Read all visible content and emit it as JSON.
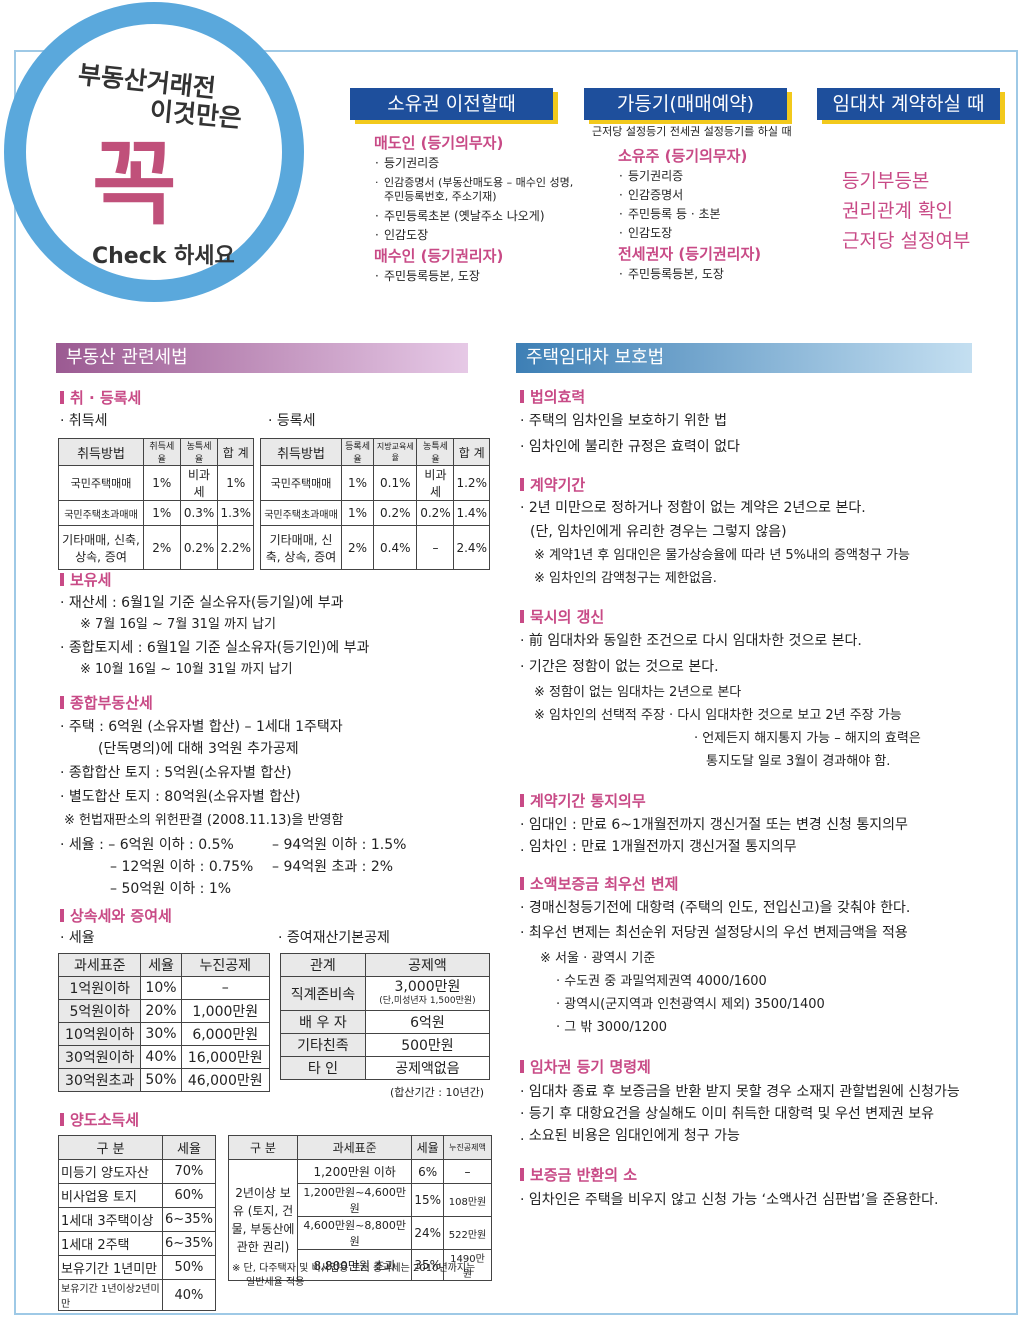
{
  "header": {
    "circle": {
      "line1": "부동산거래전",
      "line2": "이것만은",
      "big": "꼭",
      "check": "Check 하세요"
    },
    "tabs": [
      "소유권 이전할때",
      "가등기(매매예약)",
      "임대차 계약하실 때"
    ],
    "col1": {
      "h1": "매도인 (등기의무자)",
      "items1": [
        "등기권리증",
        "인감증명서 (부동산매도용 – 매수인 성명, 주민등록번호, 주소기재)",
        "주민등록초본 (옛날주소 나오게)",
        "인감도장"
      ],
      "h2": "매수인 (등기권리자)",
      "items2": [
        "주민등록등본, 도장"
      ]
    },
    "col2": {
      "intro": "근저당 설정등기 전세권 설정등기를 하실 때",
      "h1": "소유주 (등기의무자)",
      "items1": [
        "등기권리증",
        "인감증명서",
        "주민등록 등 · 초본",
        "인감도장"
      ],
      "h2": "전세권자 (등기권리자)",
      "items2": [
        "주민등록등본, 도장"
      ]
    },
    "col3": {
      "items": [
        "등기부등본",
        "권리관계 확인",
        "근저당 설정여부"
      ]
    }
  },
  "left": {
    "title": "부동산 관련세법",
    "s1": "취 · 등록세",
    "s1a": "· 취득세",
    "s1b": "· 등록세",
    "acq_headers": [
      "취득방법",
      "취득세율",
      "농특세율",
      "합 계"
    ],
    "acq_rows": [
      [
        "국민주택매매",
        "1%",
        "비과세",
        "1%"
      ],
      [
        "국민주택초과매매",
        "1%",
        "0.3%",
        "1.3%"
      ],
      [
        "기타매매, 신축, 상속, 증여",
        "2%",
        "0.2%",
        "2.2%"
      ]
    ],
    "reg_headers": [
      "취득방법",
      "등록세율",
      "지방교육세율",
      "농특세율",
      "합 계"
    ],
    "reg_rows": [
      [
        "국민주택매매",
        "1%",
        "0.1%",
        "비과세",
        "1.2%"
      ],
      [
        "국민주택초과매매",
        "1%",
        "0.2%",
        "0.2%",
        "1.4%"
      ],
      [
        "기타매매, 신축, 상속, 증여",
        "2%",
        "0.4%",
        "–",
        "2.4%"
      ]
    ],
    "s2": "보유세",
    "s2_lines": [
      "· 재산세 : 6월1일 기준 실소유자(등기일)에 부과",
      "※ 7월 16일 ~ 7월 31일 까지 납기",
      "· 종합토지세 : 6월1일 기준 실소유자(등기인)에 부과",
      "※ 10월 16일 ~ 10월 31일 까지 납기"
    ],
    "s3": "종합부동산세",
    "s3_lines": [
      "· 주택 : 6억원 (소유자별 합산) – 1세대 1주택자",
      "(단독명의)에 대해 3억원 추가공제",
      "· 종합합산 토지 : 5억원(소유자별 합산)",
      "· 별도합산 토지 : 80억원(소유자별 합산)",
      "※ 헌법재판소의 위헌판결 (2008.11.13)을 반영함"
    ],
    "s3_rate": [
      "· 세율 : – 6억원 이하 : 0.5%",
      "– 94억원 이하 : 1.5%",
      "– 12억원 이하 : 0.75%",
      "– 94억원 초과 : 2%",
      "– 50억원 이하 : 1%"
    ],
    "s4": "상속세와 증여세",
    "s4a": "· 세율",
    "s4b": "· 증여재산기본공제",
    "inh_headers": [
      "과세표준",
      "세율",
      "누진공제"
    ],
    "inh_rows": [
      [
        "1억원이하",
        "10%",
        "–"
      ],
      [
        "5억원이하",
        "20%",
        "1,000만원"
      ],
      [
        "10억원이하",
        "30%",
        "6,000만원"
      ],
      [
        "30억원이하",
        "40%",
        "16,000만원"
      ],
      [
        "30억원초과",
        "50%",
        "46,000만원"
      ]
    ],
    "gift_headers": [
      "관계",
      "공제액"
    ],
    "gift_rows": [
      [
        "직계존비속",
        "3,000만원",
        "(단,미성년자 1,500만원)"
      ],
      [
        "배 우 자",
        "6억원",
        ""
      ],
      [
        "기타친족",
        "500만원",
        ""
      ],
      [
        "타 인",
        "공제액없음",
        ""
      ]
    ],
    "gift_note": "(합산기간 : 10년간)",
    "s5": "양도소득세",
    "tr1_headers": [
      "구 분",
      "세율"
    ],
    "tr1_rows": [
      [
        "미등기 양도자산",
        "70%"
      ],
      [
        "비사업용 토지",
        "60%"
      ],
      [
        "1세대 3주택이상",
        "6~35%"
      ],
      [
        "1세대 2주택",
        "6~35%"
      ],
      [
        "보유기간 1년미만",
        "50%"
      ],
      [
        "보유기간 1년이상2년미만",
        "40%"
      ]
    ],
    "tr2_headers": [
      "구 분",
      "과세표준",
      "세율",
      "누진공제액"
    ],
    "tr2_group": "2년이상 보유 (토지, 건물, 부동산에 관한 권리)",
    "tr2_rows": [
      [
        "1,200만원 이하",
        "6%",
        "–"
      ],
      [
        "1,200만원~4,600만원",
        "15%",
        "108만원"
      ],
      [
        "4,600만원~8,800만원",
        "24%",
        "522만원"
      ],
      [
        "8,800만원 초과",
        "35%",
        "1490만원"
      ]
    ],
    "tr_note1": "※ 단, 다주택자 및 비사업용 토지 중과세는 2010년까지는",
    "tr_note2": "일반세율 적용"
  },
  "right": {
    "title": "주택임대차 보호법",
    "sections": [
      {
        "h": "법의효력",
        "lines": [
          "· 주택의 임차인을 보호하기 위한 법",
          "· 임차인에 불리한 규정은 효력이 없다"
        ]
      },
      {
        "h": "계약기간",
        "lines": [
          "· 2년 미만으로 정하거나 정함이 없는 계약은 2년으로 본다.",
          "(단, 임차인에게 유리한 경우는 그렇지 않음)",
          "※ 계약1년 후 임대인은 물가상승율에 따라 년 5%내의 증액청구 가능",
          "※ 임차인의 감액청구는 제한없음."
        ]
      },
      {
        "h": "묵시의 갱신",
        "lines": [
          "· 前 임대차와 동일한 조건으로 다시 임대차한 것으로 본다.",
          "· 기간은 정함이 없는 것으로 본다.",
          "※ 정함이 없는 임대차는 2년으로 본다",
          "※ 임차인의 선택적 주장  · 다시 임대차한 것으로 보고 2년 주장 가능",
          "· 언제든지 해지통지 가능 – 해지의 효력은",
          "통지도달 일로 3월이 경과해야 함."
        ]
      },
      {
        "h": "계약기간 통지의무",
        "lines": [
          "· 임대인 : 만료 6~1개월전까지 갱신거절 또는 변경 신청 통지의무",
          ". 임차인 : 만료 1개월전까지 갱신거절 통지의무"
        ]
      },
      {
        "h": "소액보증금 최우선 변제",
        "lines": [
          "· 경매신청등기전에 대항력 (주택의 인도, 전입신고)을 갖춰야 한다.",
          "· 최우선 변제는 최선순위 저당권 설정당시의 우선 변제금액을 적용",
          "※ 서울 · 광역시 기준",
          "· 수도권 중 과밀억제권역 4000/1600",
          "· 광역시(군지역과 인천광역시 제외) 3500/1400",
          "· 그 밖 3000/1200"
        ]
      },
      {
        "h": "임차권 등기 명령제",
        "lines": [
          "· 임대차 종료 후 보증금을 반환 받지 못할 경우 소재지 관할법원에 신청가능",
          "· 등기 후 대항요건을 상실해도 이미 취득한 대항력 및 우선 변제권 보유",
          ". 소요된 비용은 임대인에게 청구 가능"
        ]
      },
      {
        "h": "보증금 반환의 소",
        "lines": [
          "· 임차인은 주택을 비우지 않고 신청 가능 ‘소액사건 심판법’을 준용한다."
        ]
      }
    ]
  }
}
